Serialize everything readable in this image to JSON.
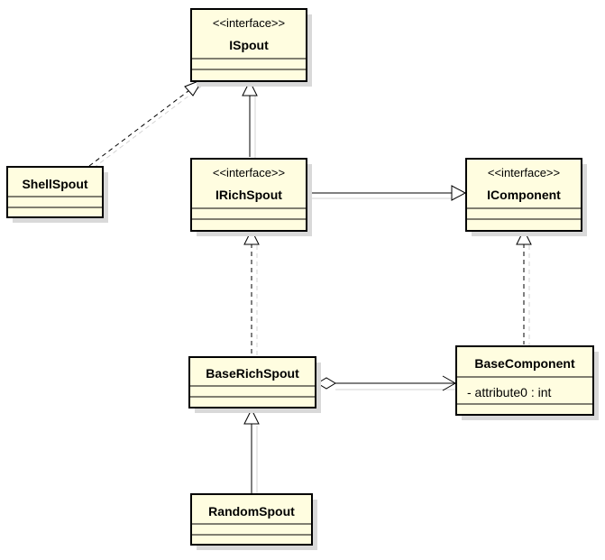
{
  "classes": {
    "ispout": {
      "stereotype": "<<interface>>",
      "name": "ISpout"
    },
    "shellspout": {
      "name": "ShellSpout"
    },
    "irichspout": {
      "stereotype": "<<interface>>",
      "name": "IRichSpout"
    },
    "icomponent": {
      "stereotype": "<<interface>>",
      "name": "IComponent"
    },
    "baserichspout": {
      "name": "BaseRichSpout"
    },
    "basecomponent": {
      "name": "BaseComponent",
      "attributes": [
        "- attribute0 : int"
      ]
    },
    "randomspout": {
      "name": "RandomSpout"
    }
  },
  "relations": [
    {
      "from": "ShellSpout",
      "to": "ISpout",
      "type": "realization"
    },
    {
      "from": "IRichSpout",
      "to": "ISpout",
      "type": "generalization"
    },
    {
      "from": "IRichSpout",
      "to": "IComponent",
      "type": "generalization"
    },
    {
      "from": "BaseRichSpout",
      "to": "IRichSpout",
      "type": "realization"
    },
    {
      "from": "BaseComponent",
      "to": "IComponent",
      "type": "realization"
    },
    {
      "from": "BaseRichSpout",
      "to": "BaseComponent",
      "type": "aggregation"
    },
    {
      "from": "RandomSpout",
      "to": "BaseRichSpout",
      "type": "generalization"
    }
  ]
}
